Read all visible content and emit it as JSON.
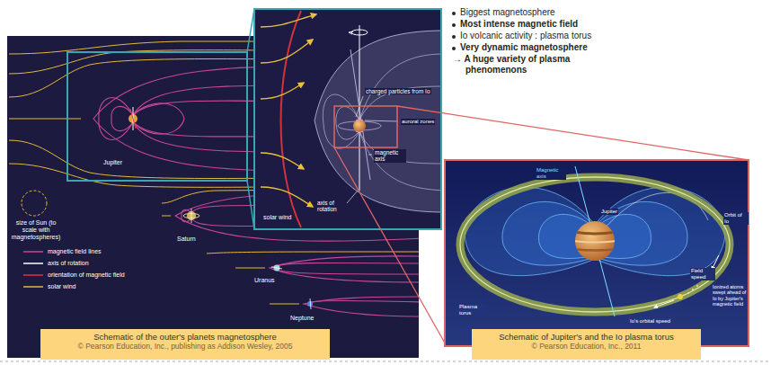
{
  "diagram": {
    "nodes": [
      {
        "text": [
          "Schematic of the outer's planets magnetosphere",
          "© Pearson Education, Inc., publishing as Addison Wesley, 2005"
        ]
      },
      {
        "text": [
          "Schematic of Jupiter's and the Io plasma torus",
          "© Pearson Education, Inc., 2011"
        ]
      }
    ],
    "labels": [
      "Biggest magnetosphere",
      "Most intense magnetic field",
      "Io volcanic activity : plasma torus",
      "Very dynamic magnetosphere",
      "→ A huge variety of plasma phenomenons",
      "Jupiter",
      "size of Sun (to scale with magnetospheres)",
      "Saturn",
      "Uranus",
      "Neptune",
      "charged particles from Io",
      "auroral zones",
      "magnetic axis",
      "solar wind",
      "axis of rotation",
      "Magnetic axis",
      "Jupiter",
      "Orbit of Io",
      "Field speed",
      "Plasma torus",
      "Io's orbital speed",
      "Ionized atoms swept ahead of Io by Jupiter's magnetic field"
    ],
    "legend": [
      {
        "text": "magnetic field lines"
      },
      {
        "text": "axis of rotation"
      },
      {
        "text": "orientation of magnetic field"
      },
      {
        "text": "solar wind"
      }
    ]
  }
}
